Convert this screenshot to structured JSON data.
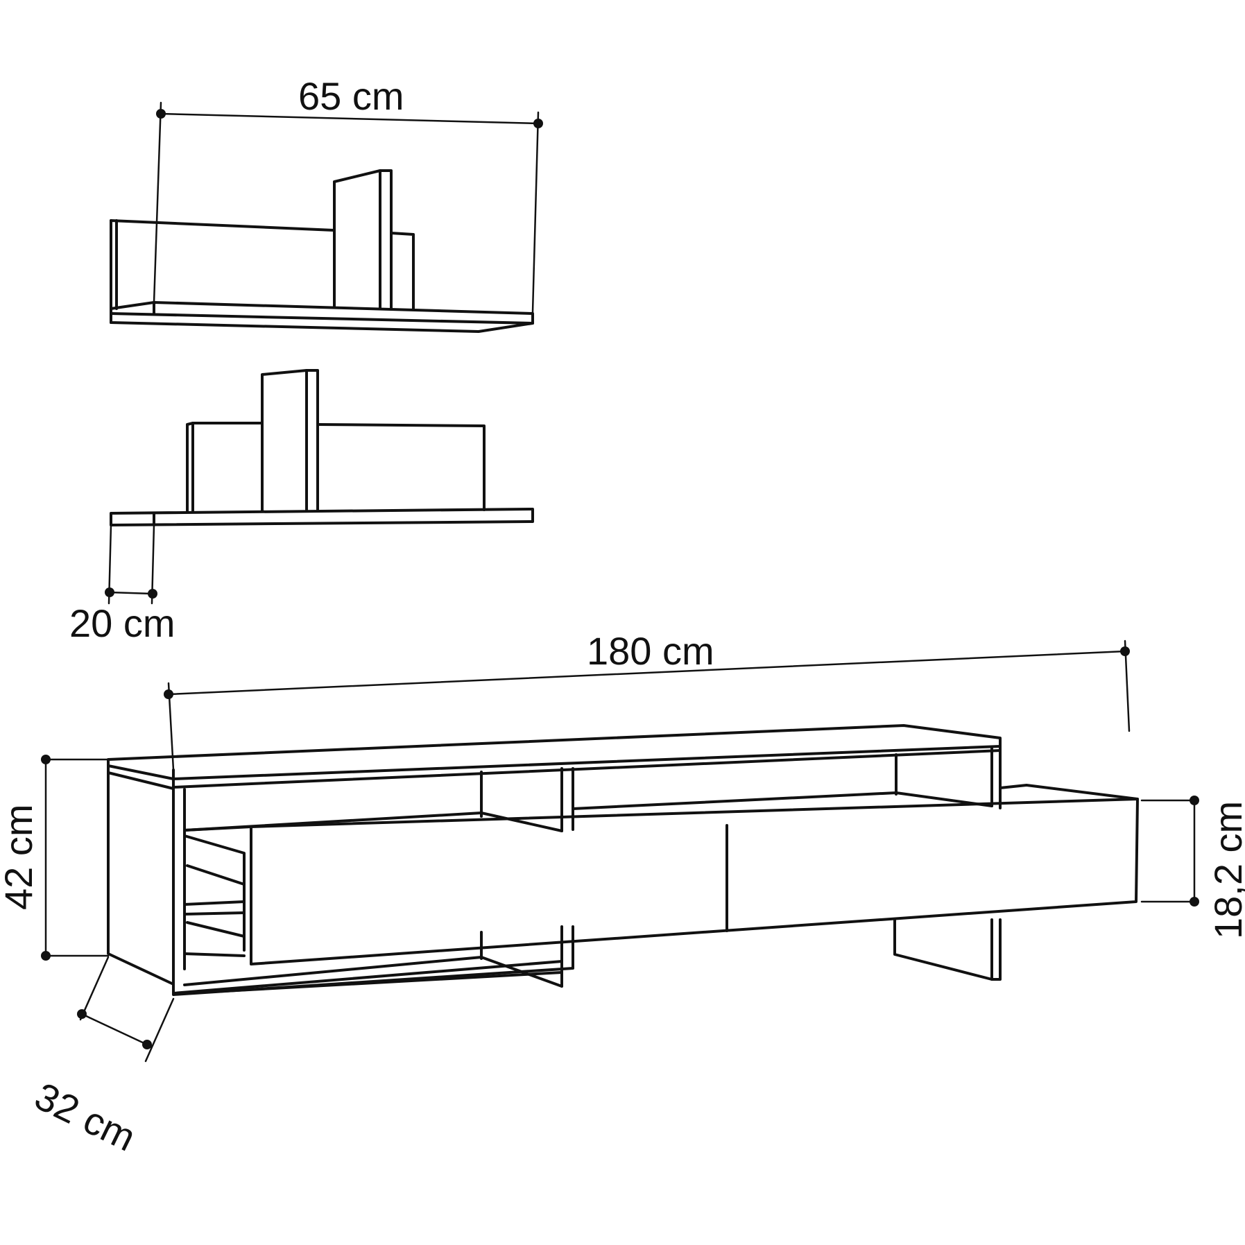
{
  "diagram": {
    "dimensions": {
      "shelf_width": "65 cm",
      "shelf_depth": "20 cm",
      "unit_width": "180 cm",
      "unit_height": "42 cm",
      "drawer_height": "18,2 cm",
      "unit_depth": "32 cm"
    },
    "line_color": "#111111",
    "background": "#ffffff"
  }
}
